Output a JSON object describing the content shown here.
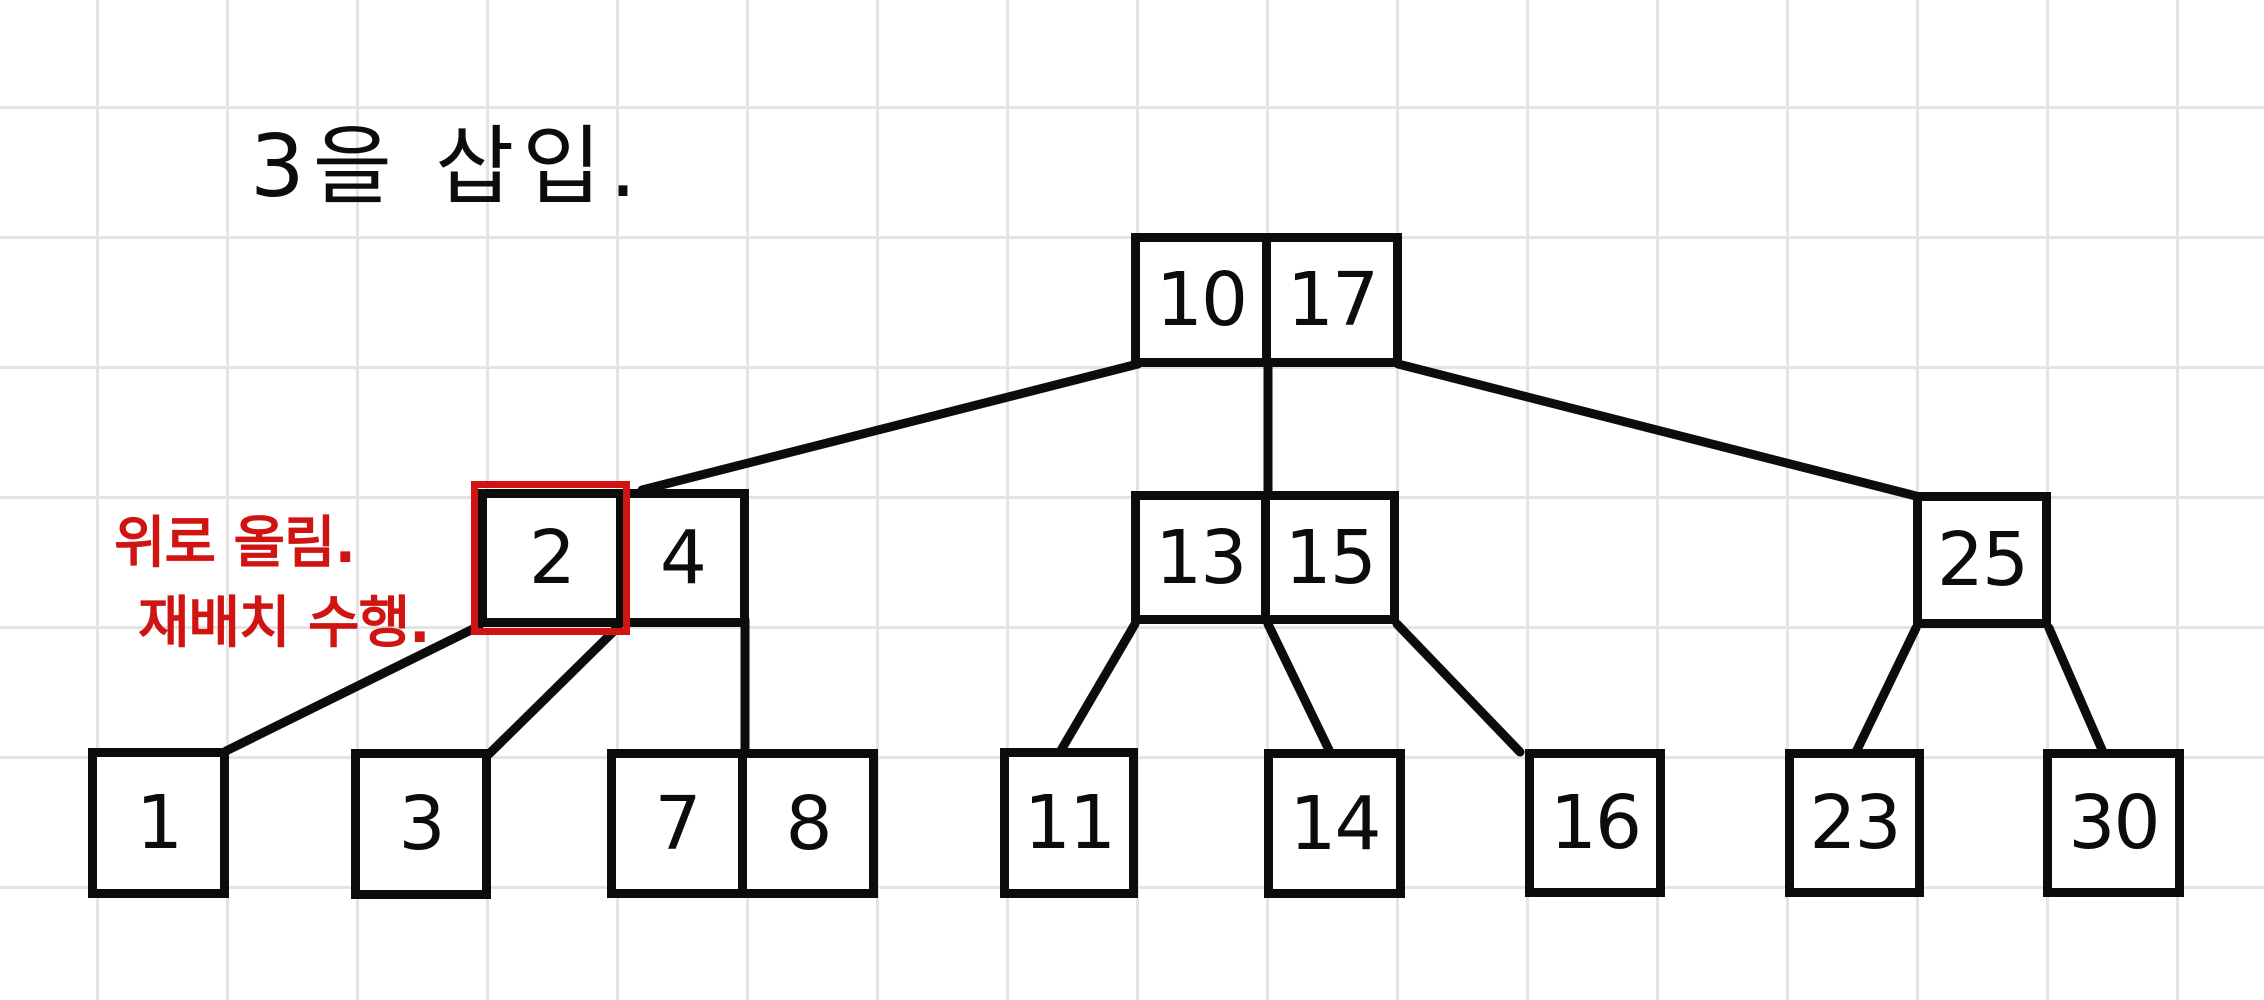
{
  "title": "3을 삽입.",
  "annotation": {
    "line1": "위로 올림.",
    "line2": "재배치 수행."
  },
  "colors": {
    "ink": "#0c0c0c",
    "highlight_red": "#cf1412",
    "grid_line": "#e4e4e7",
    "background": "#ffffff"
  },
  "diagram_type": "b-tree-insertion",
  "tree": {
    "root": {
      "keys": [
        "10",
        "17"
      ]
    },
    "internal": [
      {
        "keys": [
          "2",
          "4"
        ],
        "highlighted_key": "2"
      },
      {
        "keys": [
          "13",
          "15"
        ]
      },
      {
        "keys": [
          "25"
        ]
      }
    ],
    "leaves": [
      {
        "keys": [
          "1"
        ]
      },
      {
        "keys": [
          "3"
        ]
      },
      {
        "keys": [
          "7",
          "8"
        ]
      },
      {
        "keys": [
          "11"
        ]
      },
      {
        "keys": [
          "14"
        ]
      },
      {
        "keys": [
          "16"
        ]
      },
      {
        "keys": [
          "23"
        ]
      },
      {
        "keys": [
          "30"
        ]
      }
    ]
  }
}
